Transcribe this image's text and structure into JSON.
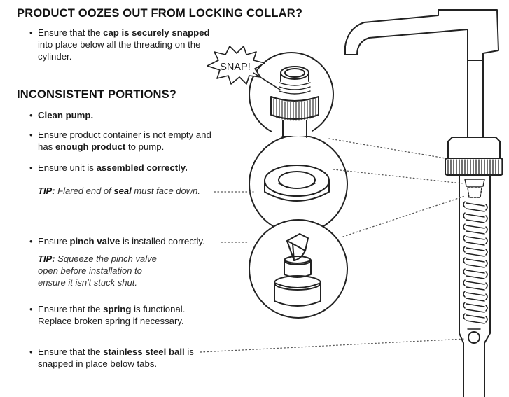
{
  "section1": {
    "heading": "PRODUCT OOZES OUT FROM LOCKING COLLAR?",
    "item1": {
      "pre": "Ensure that the ",
      "bold": "cap is securely snapped",
      "post": " into place below all the threading on the cylinder."
    }
  },
  "section2": {
    "heading": "INCONSISTENT PORTIONS?",
    "clean": "Clean pump.",
    "container": {
      "pre": "Ensure product container is not empty and has ",
      "bold": "enough product",
      "post": " to pump."
    },
    "assembled": {
      "pre": "Ensure unit is ",
      "bold": "assembled correctly."
    },
    "tip_seal": {
      "label": "TIP:",
      "pre": " Flared end of ",
      "bold": "seal",
      "post": " must face down."
    },
    "pinch": {
      "pre": "Ensure ",
      "bold": "pinch valve",
      "post": " is installed correctly."
    },
    "tip_pinch": {
      "label": "TIP:",
      "text": " Squeeze the pinch valve open before installation to ensure it isn't stuck shut."
    },
    "spring": {
      "pre": "Ensure that the ",
      "bold": "spring",
      "post": " is functional. Replace broken spring if necessary."
    },
    "ball": {
      "pre": "Ensure that the ",
      "bold": "stainless steel ball",
      "post": " is snapped in place below tabs."
    }
  },
  "callout": {
    "snap": "SNAP!"
  },
  "bullet_char": "•"
}
